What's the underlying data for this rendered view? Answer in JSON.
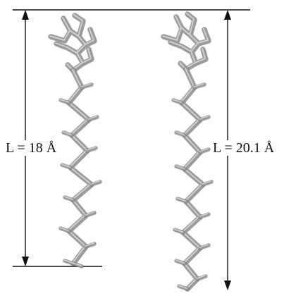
{
  "figure": {
    "left_molecule": {
      "length_label": "L = 18 Å",
      "length_angstrom": 18
    },
    "right_molecule": {
      "length_label": "L = 20.1 Å",
      "length_angstrom": 20.1
    }
  },
  "colors": {
    "line": "#111111",
    "bond": "#9a9a9a",
    "bond_highlight": "#cfcfcf",
    "bond_shadow": "#555555"
  }
}
